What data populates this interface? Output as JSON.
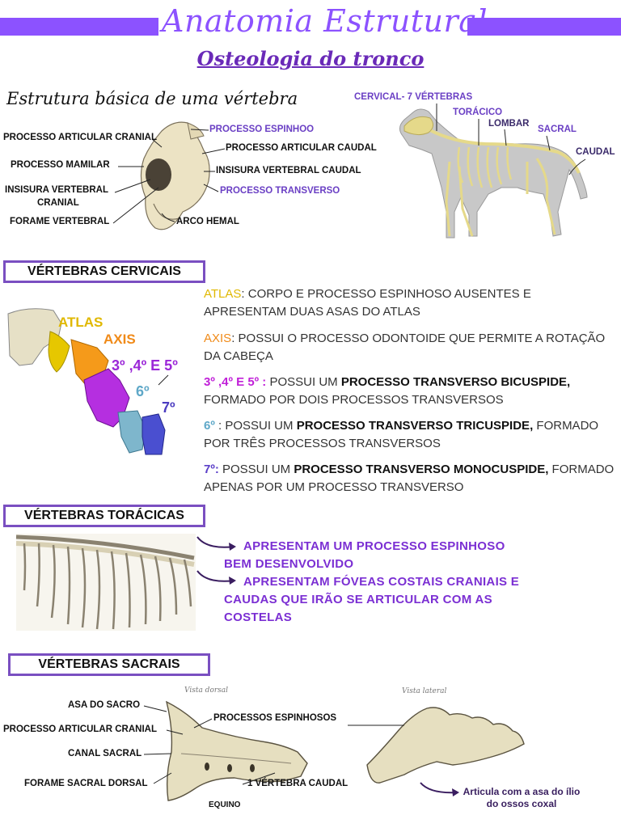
{
  "header": {
    "title": "Anatomia Estrutural",
    "subtitle": "Osteologia do tronco"
  },
  "vertebra_basics": {
    "heading": "Estrutura básica de uma vértebra",
    "labels_left": [
      "PROCESSO ARTICULAR CRANIAL",
      "PROCESSO MAMILAR",
      "INSISURA VERTEBRAL",
      "CRANIAL",
      "FORAME VERTEBRAL"
    ],
    "labels_right": [
      "PROCESSO ESPINHOO",
      "PROCESSO ARTICULAR CAUDAL",
      "INSISURA VERTEBRAL CAUDAL",
      "PROCESSO TRANSVERSO",
      "ARCO HEMAL"
    ]
  },
  "dog_skeleton": {
    "labels": [
      "CERVICAL- 7 VÉRTEBRAS",
      "TORÁCICO",
      "LOMBAR",
      "SACRAL",
      "CAUDAL"
    ]
  },
  "cervical": {
    "section_title": "VÉRTEBRAS CERVICAIS",
    "fig_labels": {
      "atlas": "ATLAS",
      "axis": "AXIS",
      "third": "3º ,4º E 5º",
      "sixth": "6º",
      "seventh": "7º"
    },
    "items": [
      {
        "key": "ATLAS",
        "key_color": "#e0b800",
        "text": ": CORPO E PROCESSO ESPINHOSO AUSENTES E APRESENTAM DUAS ASAS DO ATLAS"
      },
      {
        "key": "AXIS",
        "key_color": "#f08a18",
        "text": ": POSSUI O PROCESSO ODONTOIDE QUE PERMITE A ROTAÇÃO DA CABEÇA"
      },
      {
        "key": "3º ,4º E 5º :",
        "key_color": "#c020d8",
        "pre": " POSSUI UM ",
        "bold": "PROCESSO TRANSVERSO BICUSPIDE,",
        "post": " FORMADO POR DOIS PROCESSOS TRANSVERSOS"
      },
      {
        "key": "6º",
        "key_color": "#5fa8c8",
        "pre": " : POSSUI UM ",
        "bold": "PROCESSO TRANSVERSO TRICUSPIDE,",
        "post": " FORMADO POR TRÊS PROCESSOS TRANSVERSOS"
      },
      {
        "key": "7º:",
        "key_color": "#5a3ec8",
        "pre": " POSSUI UM ",
        "bold": "PROCESSO TRANSVERSO MONOCUSPIDE,",
        "post": " FORMADO APENAS POR UM PROCESSO TRANSVERSO"
      }
    ]
  },
  "thoracic": {
    "section_title": "VÉRTEBRAS TORÁCICAS",
    "point1": "APRESENTAM UM PROCESSO ESPINHOSO BEM DESENVOLVIDO",
    "point2": "APRESENTAM FÓVEAS COSTAIS CRANIAIS E CAUDAS QUE IRÃO SE ARTICULAR COM AS COSTELAS"
  },
  "sacral": {
    "section_title": "VÉRTEBRAS SACRAIS",
    "view_dorsal": "Vista dorsal",
    "view_lateral": "Vista lateral",
    "labels": [
      "ASA DO SACRO",
      "PROCESSO ARTICULAR CRANIAL",
      "CANAL SACRAL",
      "FORAME SACRAL DORSAL",
      "PROCESSOS ESPINHOSOS",
      "1 VÉRTEBRA CAUDAL"
    ],
    "species": "EQUINO",
    "note": "Articula com a asa do ílio do ossos coxal"
  },
  "colors": {
    "accent": "#8c52ff",
    "dark_accent": "#6a2ab8",
    "bone": "#e8dfc0"
  }
}
